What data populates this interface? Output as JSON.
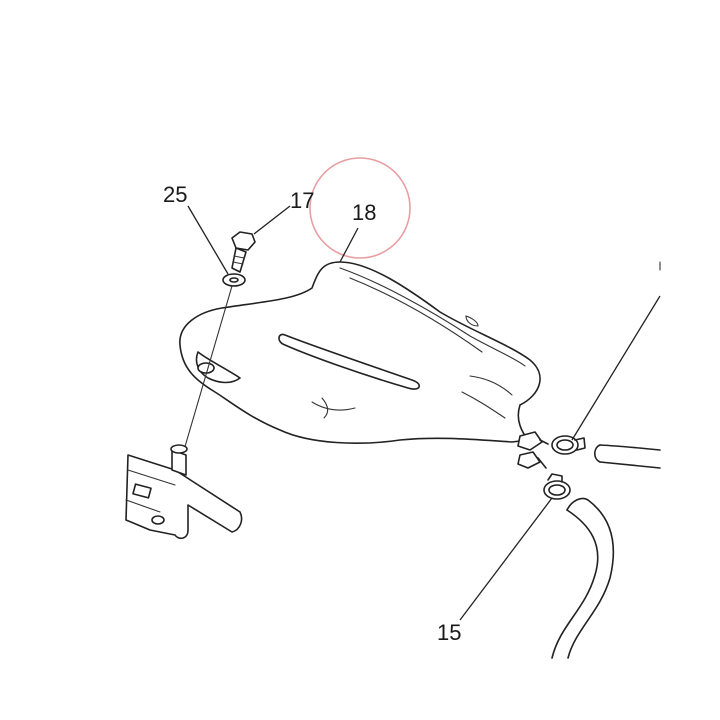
{
  "callouts": {
    "part_18": "18",
    "part_17": "17",
    "part_25": "25",
    "part_15": "15"
  },
  "highlight": {
    "target": "18",
    "color": "#e8a0a4"
  },
  "colors": {
    "line": "#222222",
    "background": "#ffffff"
  }
}
